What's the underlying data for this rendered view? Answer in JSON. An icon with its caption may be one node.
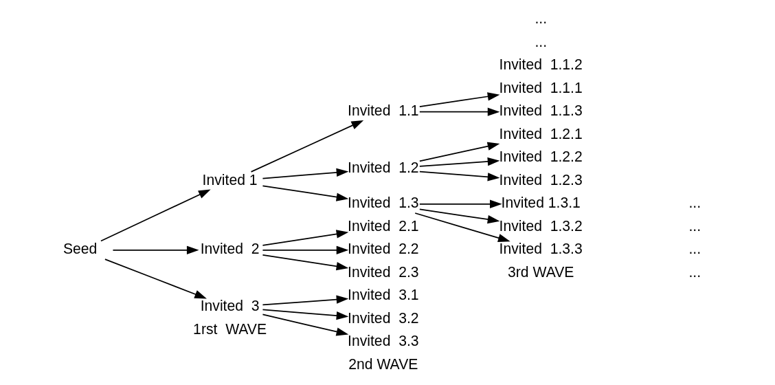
{
  "diagram": {
    "nodes": [
      {
        "text": [
          "Seed"
        ]
      },
      {
        "text": [
          "Invited 1"
        ]
      },
      {
        "text": [
          "Invited  2"
        ]
      },
      {
        "text": [
          "Invited  3"
        ]
      },
      {
        "text": [
          "Invited  1.1"
        ]
      },
      {
        "text": [
          "Invited  1.2"
        ]
      },
      {
        "text": [
          "Invited  1.3"
        ]
      },
      {
        "text": [
          "Invited  2.1"
        ]
      },
      {
        "text": [
          "Invited  2.2"
        ]
      },
      {
        "text": [
          "Invited  2.3"
        ]
      },
      {
        "text": [
          "Invited  3.1"
        ]
      },
      {
        "text": [
          "Invited  3.2"
        ]
      },
      {
        "text": [
          "Invited  3.3"
        ]
      },
      {
        "text": [
          "Invited  1.1.1"
        ]
      },
      {
        "text": [
          "Invited  1.1.3"
        ]
      },
      {
        "text": [
          "Invited  1.2.1"
        ]
      },
      {
        "text": [
          "Invited  1.2.2"
        ]
      },
      {
        "text": [
          "Invited  1.2.3"
        ]
      },
      {
        "text": [
          "Invited 1.3.1"
        ]
      },
      {
        "text": [
          "Invited  1.3.2"
        ]
      },
      {
        "text": [
          "Invited  1.3.3"
        ]
      }
    ],
    "edges": [
      {
        "from": 0,
        "to": 1,
        "arrow": "to"
      },
      {
        "from": 0,
        "to": 2,
        "arrow": "to"
      },
      {
        "from": 0,
        "to": 3,
        "arrow": "to"
      },
      {
        "from": 1,
        "to": 4,
        "arrow": "to"
      },
      {
        "from": 1,
        "to": 5,
        "arrow": "to"
      },
      {
        "from": 1,
        "to": 6,
        "arrow": "to"
      },
      {
        "from": 2,
        "to": 7,
        "arrow": "to"
      },
      {
        "from": 2,
        "to": 8,
        "arrow": "to"
      },
      {
        "from": 2,
        "to": 9,
        "arrow": "to"
      },
      {
        "from": 3,
        "to": 10,
        "arrow": "to"
      },
      {
        "from": 3,
        "to": 11,
        "arrow": "to"
      },
      {
        "from": 3,
        "to": 12,
        "arrow": "to"
      },
      {
        "from": 4,
        "to": 13,
        "arrow": "to"
      },
      {
        "from": 4,
        "to": 14,
        "arrow": "to"
      },
      {
        "from": 5,
        "to": 15,
        "arrow": "to"
      },
      {
        "from": 5,
        "to": 16,
        "arrow": "to"
      },
      {
        "from": 5,
        "to": 17,
        "arrow": "to"
      },
      {
        "from": 6,
        "to": 18,
        "arrow": "to"
      },
      {
        "from": 6,
        "to": 19,
        "arrow": "to"
      },
      {
        "from": 6,
        "to": 20,
        "arrow": "to"
      }
    ],
    "labels": [
      "1rst  WAVE",
      "2nd WAVE",
      "3rd WAVE",
      "...",
      "Invited  1.1.2",
      "...",
      "...",
      "...",
      "...",
      "..."
    ]
  }
}
